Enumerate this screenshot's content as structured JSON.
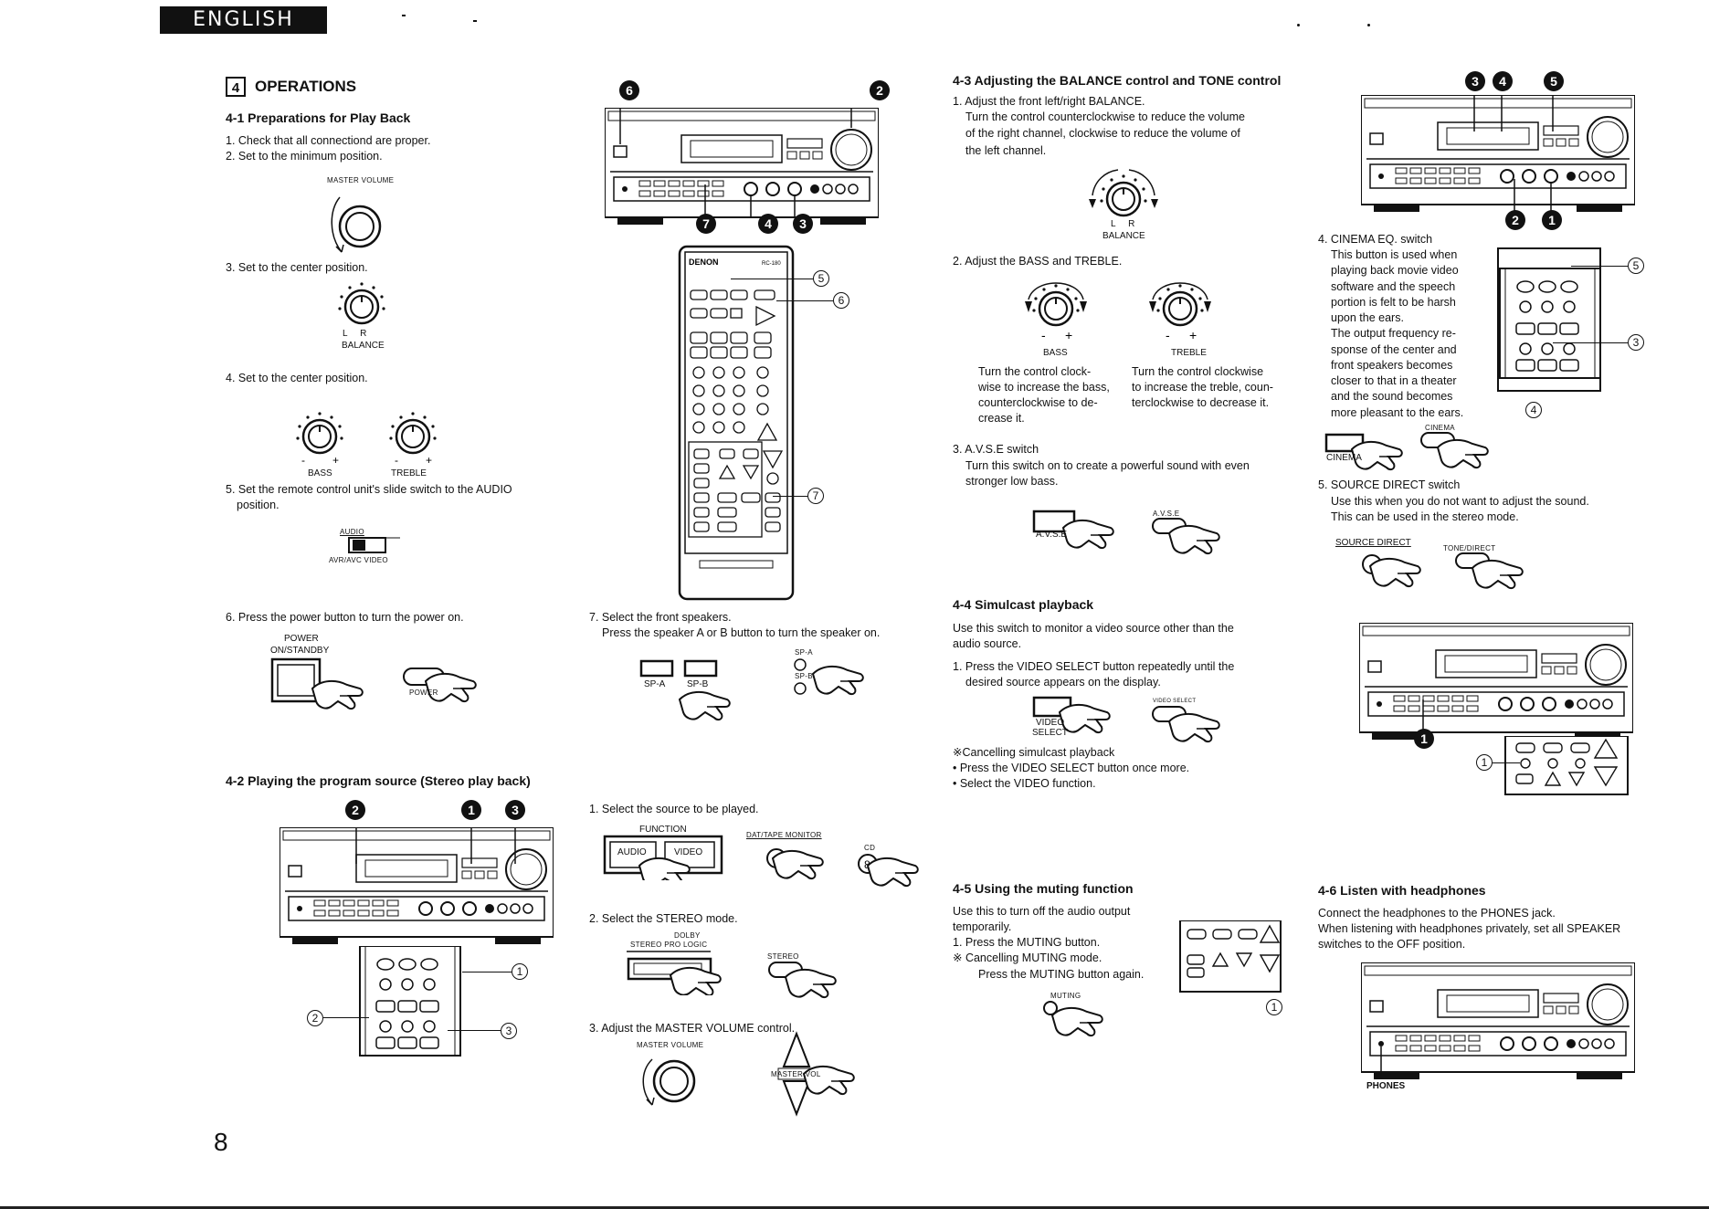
{
  "header": {
    "language": "ENGLISH"
  },
  "section": {
    "number": "4",
    "title": "OPERATIONS"
  },
  "s41": {
    "title": "4-1 Preparations for Play Back",
    "step1": "1. Check that all connectiond are proper.",
    "step2": "2. Set to the minimum position.",
    "master_volume_label": "MASTER VOLUME",
    "step3": "3. Set to the center position.",
    "balance_lr": "L     R",
    "balance_label": "BALANCE",
    "step4": "4. Set to the center position.",
    "bass_label": "BASS",
    "treble_label": "TREBLE",
    "step5a": "5. Set the remote control unit's slide switch to the AUDIO",
    "step5b": "position.",
    "audio_label": "AUDIO",
    "avr_label": "AVR/AVC VIDEO",
    "step6": "6. Press the power button to turn the power on.",
    "power_label_1": "POWER",
    "power_label_2": "ON/STANDBY",
    "power_remote_label": "POWER",
    "step7a": "7. Select the front speakers.",
    "step7b": "Press the speaker A or B button to turn the speaker on.",
    "spa": "SP-A",
    "spb": "SP-B",
    "spa_small": "SP-A",
    "spb_small": "SP-B"
  },
  "s42": {
    "title": "4-2 Playing the program source (Stereo play back)",
    "step1": "1. Select the source to be played.",
    "function_label": "FUNCTION",
    "audio_btn": "AUDIO",
    "video_btn": "VIDEO",
    "dat_label": "DAT/TAPE MONITOR",
    "cd_label": "CD",
    "step2": "2. Select the STEREO mode.",
    "dolby_label": "DOLBY",
    "spl_label": "STEREO PRO LOGIC",
    "stereo_label": "STEREO",
    "step3": "3. Adjust the MASTER VOLUME control.",
    "mv_label": "MASTER VOLUME",
    "mv_small": "MASTER VOL"
  },
  "s43": {
    "title": "4-3 Adjusting the BALANCE control and TONE control",
    "step1": "1. Adjust the front left/right BALANCE.",
    "p1": "Turn the control counterclockwise to reduce the volume",
    "p2": "of the right channel, clockwise to reduce the volume of",
    "p3": "the left channel.",
    "lr": "L     R",
    "balance": "BALANCE",
    "step2": "2. Adjust the BASS and TREBLE.",
    "bass": "BASS",
    "treble": "TREBLE",
    "bass_d1": "Turn the control clock-",
    "bass_d2": "wise to increase the bass,",
    "bass_d3": "counterclockwise to de-",
    "bass_d4": "crease it.",
    "treble_d1": "Turn the control clockwise",
    "treble_d2": "to increase the treble, coun-",
    "treble_d3": "terclockwise to decrease it.",
    "step3": "3. A.V.S.E switch",
    "avse_p1": "Turn this switch on to create a powerful sound with even",
    "avse_p2": "stronger low bass.",
    "avse_label": "A.V.S.E",
    "avse_small": "A.V.S.E"
  },
  "s44": {
    "title": "4-4 Simulcast playback",
    "p1": "Use this switch to monitor a video source other than the",
    "p2": "audio source.",
    "step1a": "1. Press the VIDEO SELECT button repeatedly until the",
    "step1b": "desired source appears on the display.",
    "vs_label_1": "VIDEO",
    "vs_label_2": "SELECT",
    "vs_small": "VIDEO SELECT",
    "cancel_title": "※Cancelling simulcast playback",
    "cancel_1": "• Press the VIDEO SELECT button once more.",
    "cancel_2": "• Select the VIDEO function."
  },
  "s45": {
    "title": "4-5 Using the muting function",
    "p1": "Use this to turn off the audio output",
    "p2": "temporarily.",
    "step1": "1. Press the MUTING button.",
    "note1": "※  Cancelling MUTING mode.",
    "note2": "Press the MUTING button again.",
    "muting": "MUTING"
  },
  "s46": {
    "title": "4-6 Listen with headphones",
    "p1": "Connect the headphones to the PHONES jack.",
    "p2": "When listening with headphones privately, set all SPEAKER",
    "p3": "switches to the OFF position.",
    "phones": "PHONES"
  },
  "cinema": {
    "title": "4. CINEMA EQ. switch",
    "l1": "This button is used when",
    "l2": "playing back movie video",
    "l3": "software and the speech",
    "l4": "portion is felt to be harsh",
    "l5": "upon the ears.",
    "l6": "The output frequency re-",
    "l7": "sponse of the center and",
    "l8": "front speakers becomes",
    "l9": "closer to that in a theater",
    "l10": "and the sound becomes",
    "l11": "more pleasant to the ears.",
    "label": "CINEMA",
    "small": "CINEMA"
  },
  "sd": {
    "title": "5. SOURCE DIRECT switch",
    "p1": "Use this when you do not want to adjust the sound.",
    "p2": "This can be used in the stereo mode.",
    "label": "SOURCE DIRECT",
    "small": "TONE/DIRECT"
  },
  "badges": {
    "b2": "2",
    "b3": "3",
    "b4": "4",
    "b5": "5",
    "b6": "6",
    "b7": "7",
    "b1": "1"
  },
  "remote": {
    "brand": "DENON",
    "model": "RC-180"
  },
  "page_number": "8"
}
